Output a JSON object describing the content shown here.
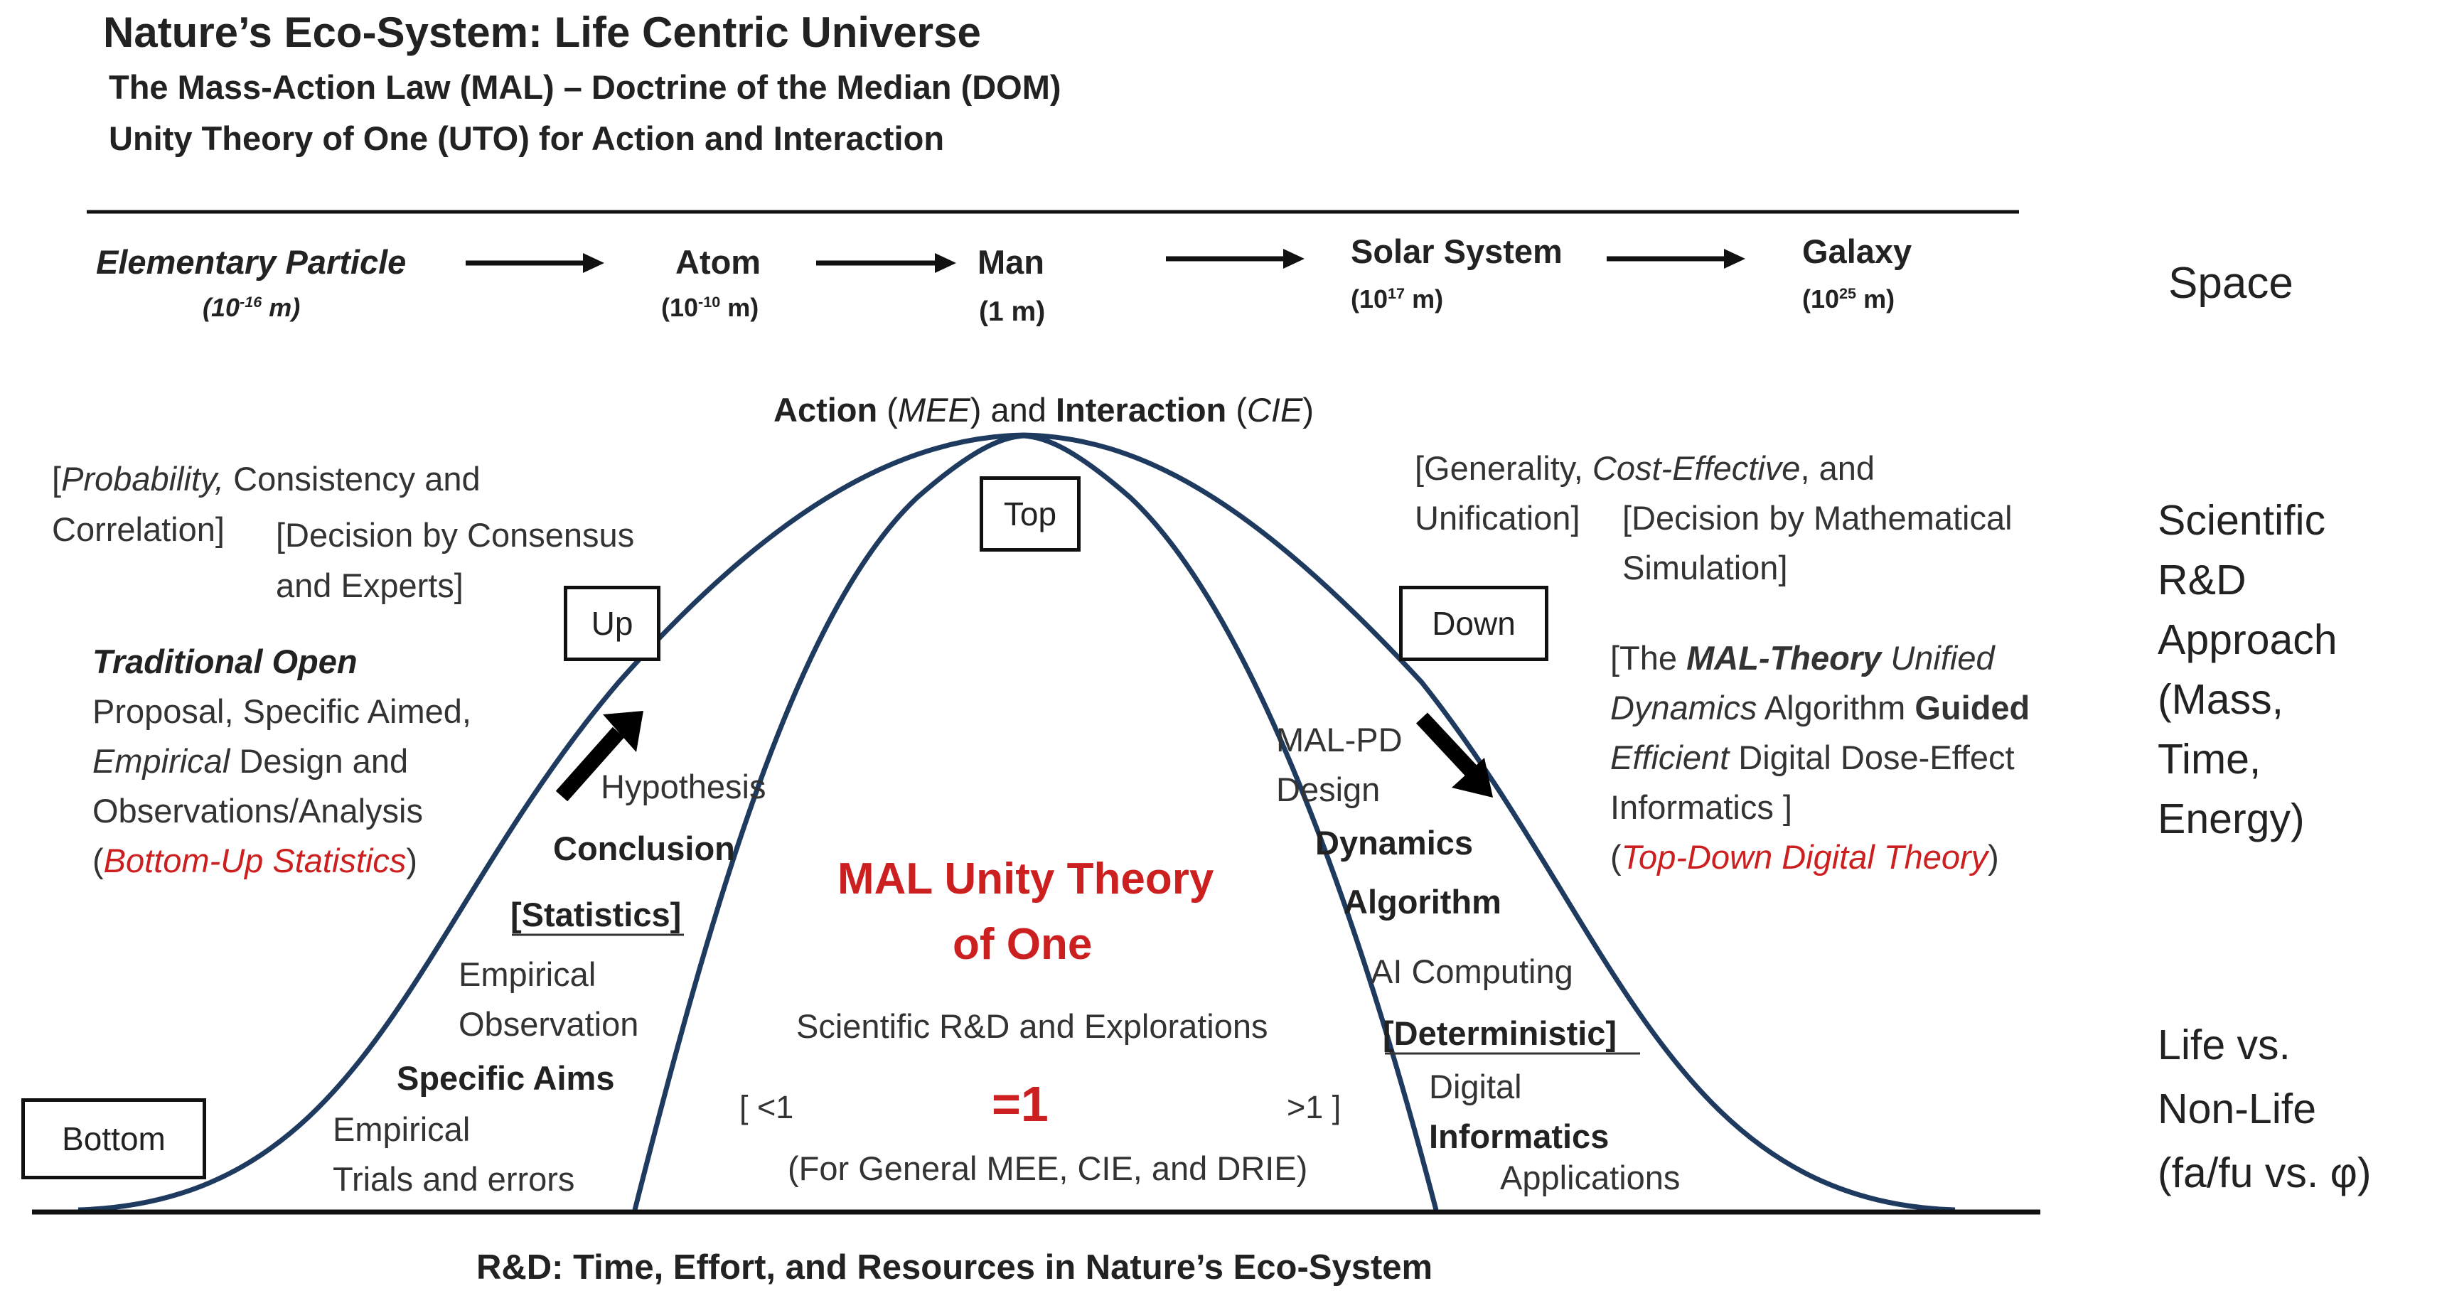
{
  "title": "Nature’s Eco-System: Life Centric Universe",
  "subtitle1": "The Mass-Action Law (MAL) – Doctrine of the Median (DOM)",
  "subtitle2": "Unity Theory of One (UTO) for Action and Interaction",
  "scale": {
    "items": [
      {
        "name": "Elementary Particle",
        "size": "(10",
        "exp": "-16",
        "unit": " m)"
      },
      {
        "name": "Atom",
        "size": "(10",
        "exp": "-10",
        "unit": " m)"
      },
      {
        "name": "Man",
        "size": "(1 m)"
      },
      {
        "name": "Solar System",
        "size": "(10",
        "exp": "17",
        "unit": " m)"
      },
      {
        "name": "Galaxy",
        "size": "(10",
        "exp": "25",
        "unit": " m)"
      }
    ],
    "label": "Space"
  },
  "side_labels": {
    "rd": [
      "Scientific",
      "R&D",
      "Approach",
      "(Mass,",
      "Time,",
      "Energy)"
    ],
    "life": [
      "Life vs.",
      "Non-Life",
      "(fa/fu vs. φ)"
    ]
  },
  "peak": {
    "action": "Action",
    "mee": "MEE",
    "and": "and",
    "interaction": "Interaction",
    "cie": "CIE"
  },
  "boxes": {
    "top": "Top",
    "up": "Up",
    "down": "Down",
    "bottom": "Bottom"
  },
  "left_notes": {
    "l1a": "[",
    "l1b": "Probability,",
    "l1c": " Consistency and",
    "l2": "Correlation]",
    "l3": "[Decision by Consensus",
    "l4": "and Experts]",
    "trad_a": "Traditional",
    "trad_b": " Open",
    "p1": "Proposal, Specific Aimed,",
    "p2a": "Empirical",
    "p2b": " Design and",
    "p3": "Observations/Analysis",
    "p4a": "(",
    "p4b": "Bottom-Up Statistics",
    "p4c": ")"
  },
  "right_notes": {
    "r1a": "[Generality, ",
    "r1b": "Cost-Effective",
    "r1c": ", and",
    "r2": "Unification]",
    "r3": "[Decision by Mathematical",
    "r4": "Simulation]",
    "m1a": "[The ",
    "m1b": "MAL-Theory",
    "m1c": " Unified",
    "m2a": "Dynamics",
    "m2b": "  Algorithm ",
    "m2c": "Guided",
    "m3a": "Efficient",
    "m3b": " Digital Dose-Effect",
    "m4": "Informatics ]",
    "m5a": "(",
    "m5b": "Top-Down Digital Theory",
    "m5c": ")"
  },
  "left_curve_labels": {
    "hypothesis": "Hypothesis",
    "conclusion": "Conclusion",
    "statistics": "[Statistics]",
    "emp1": "Empirical",
    "emp2": "Observation",
    "specific": "Specific Aims",
    "emp3": "Empirical",
    "trials": "Trials and errors"
  },
  "right_curve_labels": {
    "malpd": "MAL-PD",
    "design": "Design",
    "dynamics": "Dynamics",
    "algorithm": "Algorithm",
    "ai": "AI Computing",
    "deterministic": "[Deterministic]",
    "digital": "Digital",
    "informatics": "Informatics",
    "applications": "Applications"
  },
  "center": {
    "title1": "MAL Unity Theory",
    "title2": "of One",
    "scientific": "Scientific R&D and Explorations",
    "lt": "[ <1",
    "eq": "=1",
    "gt": ">1 ]",
    "general": "(For General MEE, CIE, and DRIE)"
  },
  "footer": "R&D: Time, Effort, and Resources in Nature’s Eco-System",
  "colors": {
    "curve": "#1f3a5f",
    "accent_red": "#cc1f1f",
    "line": "#111111"
  }
}
